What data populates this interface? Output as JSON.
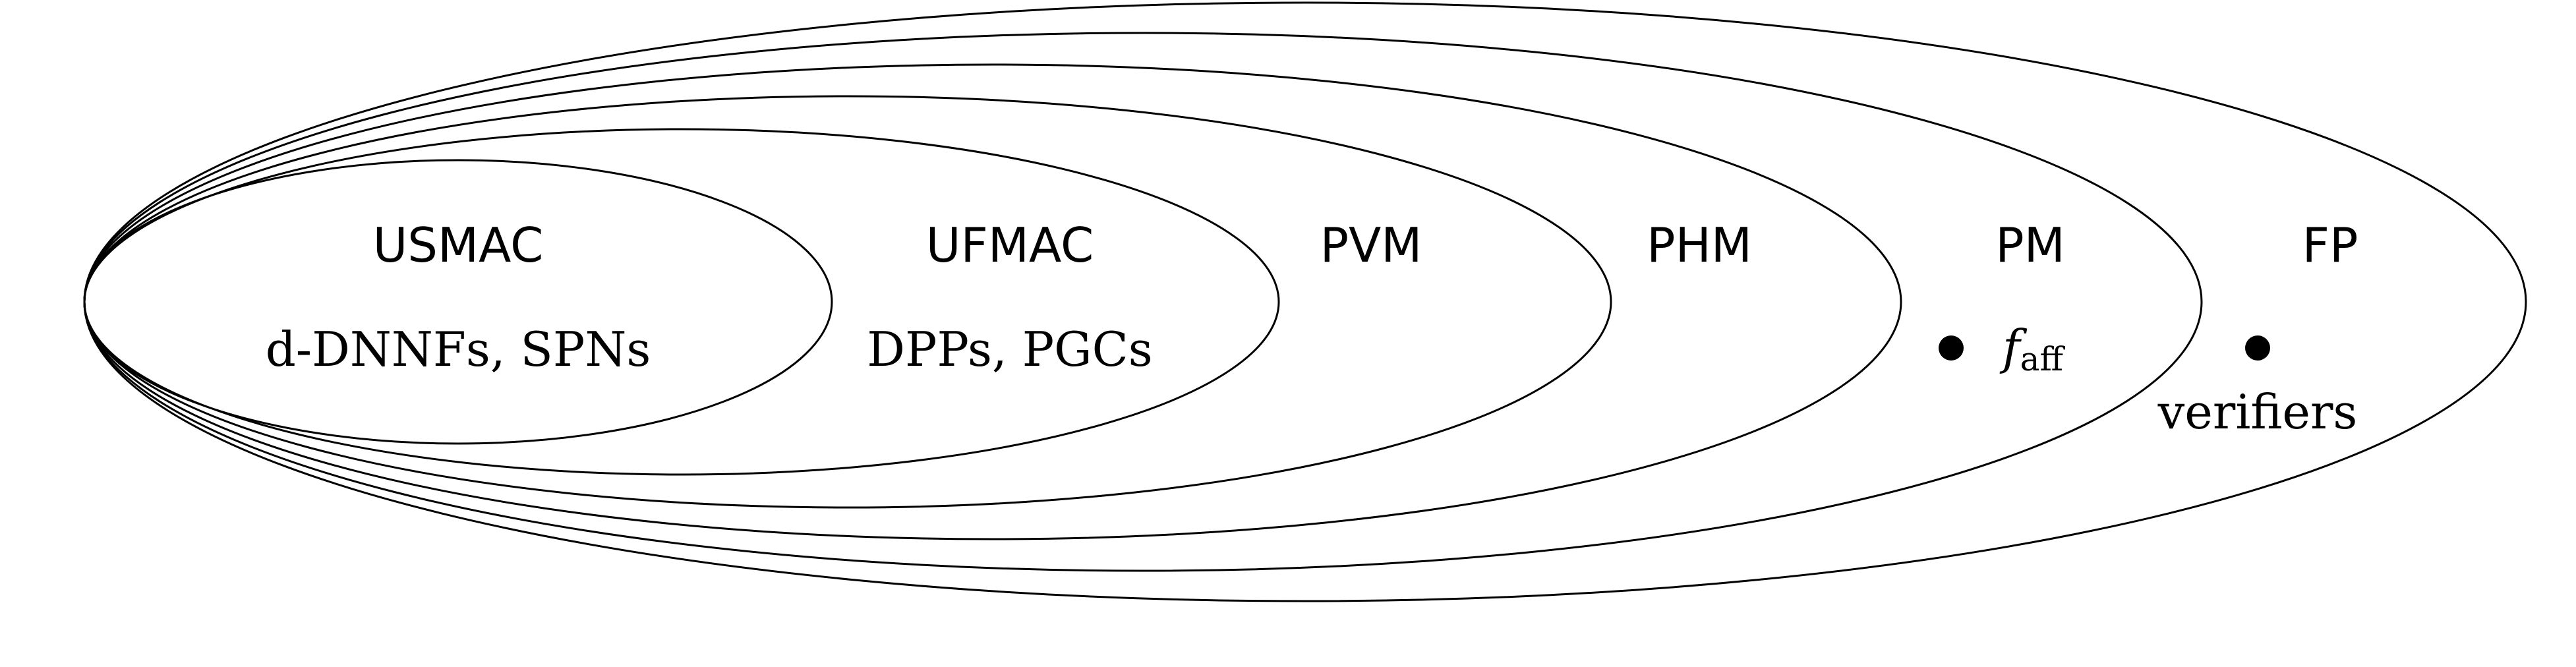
{
  "classes": [
    {
      "name": "USMAC",
      "examples": "d-DNNFs, SPNs"
    },
    {
      "name": "UFMAC",
      "examples": "DPPs, PGCs"
    },
    {
      "name": "PVM"
    },
    {
      "name": "PHM"
    },
    {
      "name": "PM",
      "member": {
        "base": "f",
        "sub": "aff"
      }
    },
    {
      "name": "FP",
      "member": {
        "text": "verifiers"
      }
    }
  ],
  "colors": {
    "stroke": "#000000",
    "background": "#ffffff"
  }
}
